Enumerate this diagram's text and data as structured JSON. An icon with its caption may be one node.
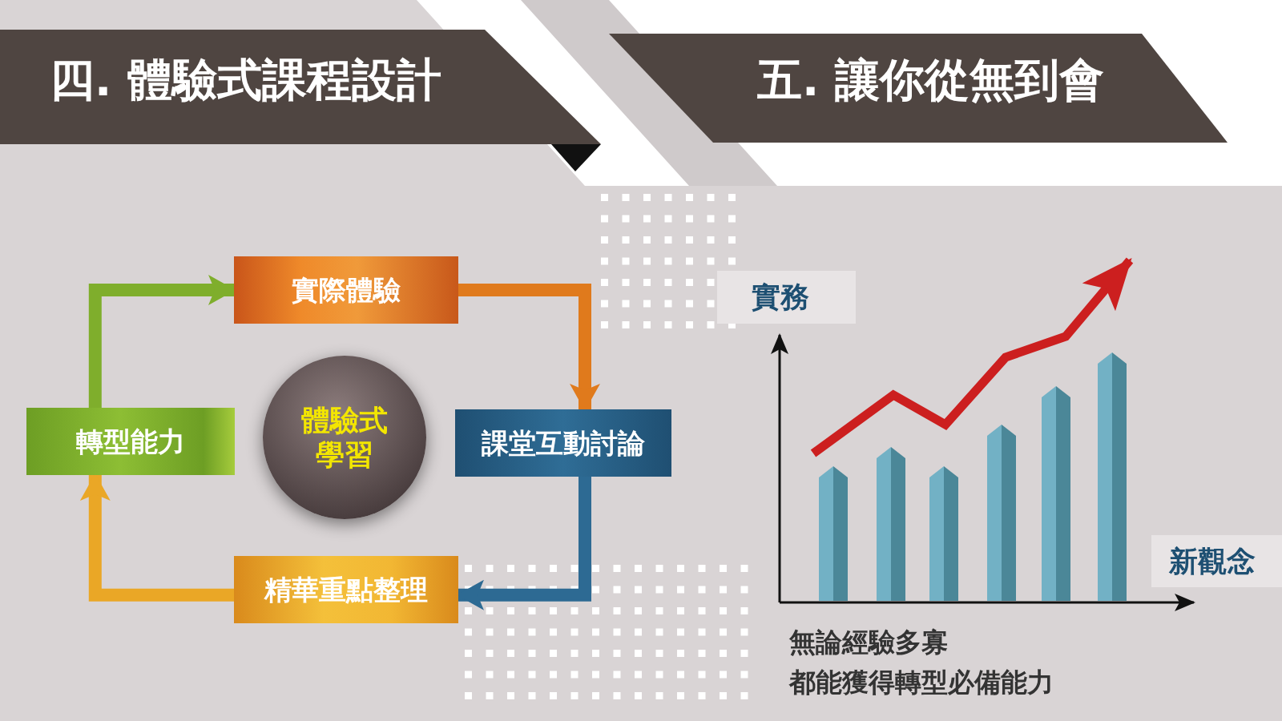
{
  "diagram": {
    "nodes": [
      {
        "text": [
          "實際體驗"
        ]
      },
      {
        "text": [
          "課堂互動討論"
        ]
      },
      {
        "text": [
          "精華重點整理"
        ]
      },
      {
        "text": [
          "轉型能力"
        ]
      },
      {
        "text": [
          "體驗式學習"
        ]
      }
    ],
    "edges": [
      {
        "from": 0,
        "to": 1,
        "arrow": "to",
        "color": "#e07a1c"
      },
      {
        "from": 1,
        "to": 2,
        "arrow": "to",
        "color": "#2d6a93"
      },
      {
        "from": 2,
        "to": 3,
        "arrow": "to",
        "color": "#eaa726"
      },
      {
        "from": 3,
        "to": 0,
        "arrow": "to",
        "color": "#7fae2c"
      }
    ],
    "labels": [
      "四. 體驗式課程設計",
      "五. 讓你從無到會",
      "實務",
      "新觀念",
      "無論經驗多寡",
      "都能獲得轉型必備能力"
    ]
  }
}
